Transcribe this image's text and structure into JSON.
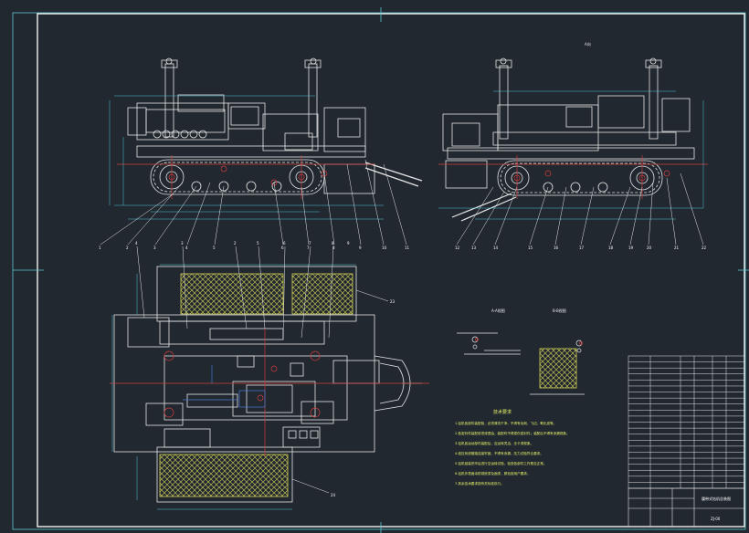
{
  "colors": {
    "background": "#212830",
    "frame": "#f2f2f2",
    "line": "#e6e6e6",
    "centerline": "#d23c3c",
    "dimension": "#4fc3d6",
    "dimension_text": "#38e0d6",
    "component": "#e6e6e6",
    "text_yellow": "#e8f26a",
    "hatch": "#d7d45a",
    "blue": "#4a78d6",
    "magenta": "#d850c8"
  },
  "front_view": {
    "balloons": [
      "1",
      "2",
      "3",
      "4",
      "5",
      "6",
      "7",
      "8",
      "9",
      "10",
      "11"
    ]
  },
  "side_view": {
    "label": "A向",
    "balloons": [
      "12",
      "13",
      "14",
      "15",
      "16",
      "17",
      "18",
      "19",
      "20",
      "21",
      "22"
    ]
  },
  "plan_view": {
    "balloons": [
      "4",
      "3",
      "2",
      "5",
      "6",
      "7",
      "8",
      "9",
      "23",
      "24"
    ]
  },
  "detail_views": {
    "labels": [
      "A-A视图",
      "B-B视图"
    ]
  },
  "notes": {
    "title": "技术要求",
    "lines": [
      "1.钻机各部件装配前，必须清洗干净，不得有毛刺、飞边、氧化皮等。",
      "2.各密封件装配前须浸透油，装配时不得损伤密封件；装配后不得有渗漏现象。",
      "3.钻机各运动部件装配后，应运转灵活，无卡滞现象。",
      "4.液压系统管路连接牢固，不得有渗漏，压力试验符合要求。",
      "5.钻机组装完毕后进行空运转试验，检查各部件工作是否正常。",
      "6.钻机外表面涂防锈底漆及面漆，颜色按用户要求。",
      "7.其余技术要求按有关标准执行。"
    ]
  },
  "title_block": {
    "title": "履带式钻机总装图",
    "drawing_no": "ZJ-00",
    "parts_rows": 22
  }
}
